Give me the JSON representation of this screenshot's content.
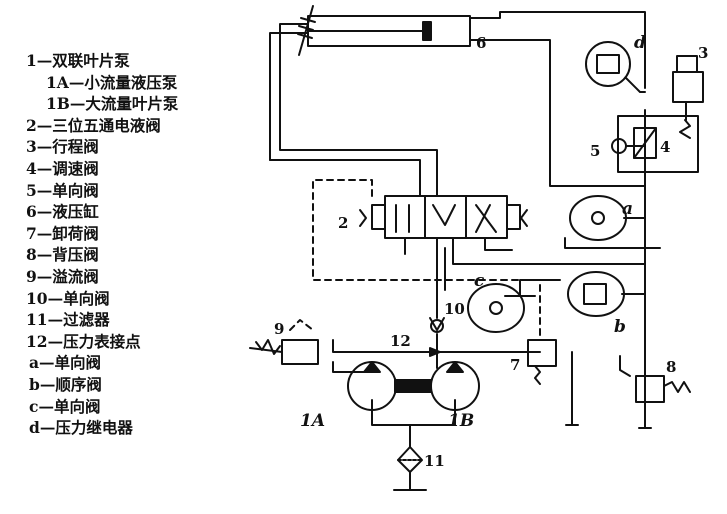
{
  "legend": [
    {
      "num": "1",
      "text": "双联叶片泵",
      "indent": false
    },
    {
      "num": "1A",
      "text": "小流量液压泵",
      "indent": true
    },
    {
      "num": "1B",
      "text": "大流量叶片泵",
      "indent": true
    },
    {
      "num": "2",
      "text": "三位五通电液阀",
      "indent": false
    },
    {
      "num": "3",
      "text": "行程阀",
      "indent": false
    },
    {
      "num": "4",
      "text": "调速阀",
      "indent": false
    },
    {
      "num": "5",
      "text": "单向阀",
      "indent": false
    },
    {
      "num": "6",
      "text": "液压缸",
      "indent": false
    },
    {
      "num": "7",
      "text": "卸荷阀",
      "indent": false
    },
    {
      "num": "8",
      "text": "背压阀",
      "indent": false
    },
    {
      "num": "9",
      "text": "溢流阀",
      "indent": false
    },
    {
      "num": "10",
      "text": "单向阀",
      "indent": false
    },
    {
      "num": "11",
      "text": "过滤器",
      "indent": false
    },
    {
      "num": "12",
      "text": "压力表接点",
      "indent": false
    },
    {
      "num": "a",
      "text": "单向阀",
      "indent": false
    },
    {
      "num": "b",
      "text": "顺序阀",
      "indent": false
    },
    {
      "num": "c",
      "text": "单向阀",
      "indent": false
    },
    {
      "num": "d",
      "text": "压力继电器",
      "indent": false
    }
  ],
  "separator": "—",
  "labels": {
    "l6": "6",
    "l3": "3",
    "ld": "d",
    "l5": "5",
    "l4": "4",
    "l2": "2",
    "la": "a",
    "lc": "c",
    "lb": "b",
    "l10": "10",
    "l12": "12",
    "l9": "9",
    "l7": "7",
    "l8": "8",
    "l1A": "1A",
    "l1B": "1B",
    "l11": "11"
  },
  "colors": {
    "line": "#111111",
    "background": "#ffffff"
  }
}
